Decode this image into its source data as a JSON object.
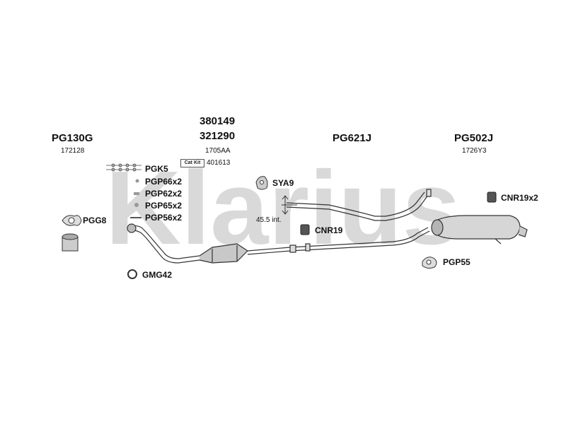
{
  "watermark": "Klarius",
  "parts": {
    "pg130g": {
      "code": "PG130G",
      "sub": "172128"
    },
    "center_a": "380149",
    "center_b": "321290",
    "center_sub": "1705AA",
    "cat_kit_label": "Cat Kit",
    "cat_kit_code": "401613",
    "pg621j": "PG621J",
    "pg502j": {
      "code": "PG502J",
      "sub": "1726Y3"
    },
    "pgk5": "PGK5",
    "pgp66": "PGP66x2",
    "pgp62": "PGP62x2",
    "pgp65": "PGP65x2",
    "pgp56": "PGP56x2",
    "pgg8": "PGG8",
    "gmg42": "GMG42",
    "sya9": "SYA9",
    "measure": "45.5 int.",
    "cnr19": "CNR19",
    "cnr19x2": "CNR19x2",
    "pgp55": "PGP55"
  },
  "colors": {
    "watermark": "#d9d9d9",
    "line": "#333333",
    "fill": "#bfbfbf"
  }
}
